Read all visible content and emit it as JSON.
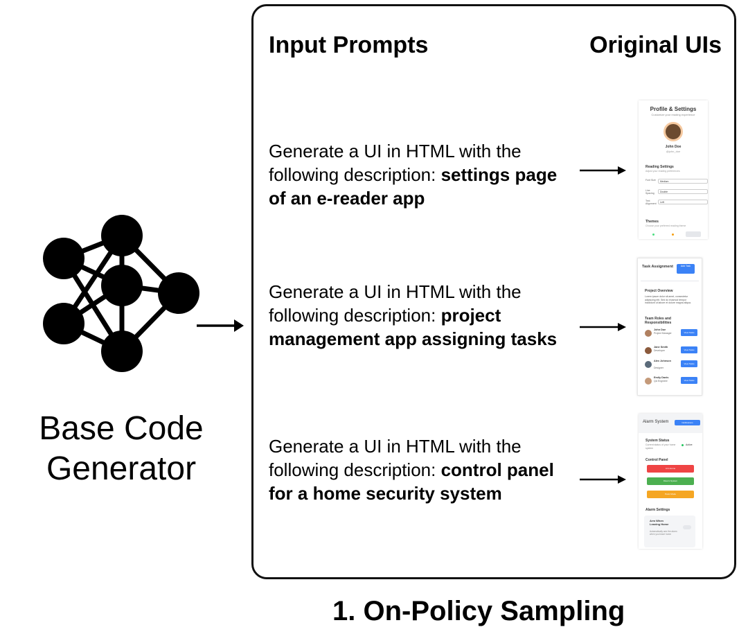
{
  "generator": {
    "label_line1": "Base Code",
    "label_line2": "Generator",
    "icon": "neural-network-graph-icon"
  },
  "panel": {
    "left_header": "Input Prompts",
    "right_header": "Original UIs",
    "rows": [
      {
        "prompt_prefix": "Generate a UI in HTML with the following description: ",
        "prompt_bold": "settings page of an e-reader app"
      },
      {
        "prompt_prefix": "Generate a UI in HTML with the following description: ",
        "prompt_bold": "project management app assigning tasks"
      },
      {
        "prompt_prefix": "Generate a UI in HTML with the following description: ",
        "prompt_bold": "control panel for a home security system"
      }
    ]
  },
  "thumbnails": {
    "settings": {
      "title": "Profile & Settings",
      "subtitle": "Customize your reading experience",
      "name": "John Doe",
      "handle": "@john_doe",
      "reading_settings": "Reading Settings",
      "reading_sub": "Adjust your reading preferences",
      "rows": [
        {
          "label": "Font Size",
          "value": "Medium"
        },
        {
          "label": "Line Spacing",
          "value": "Double"
        },
        {
          "label": "Text Alignment",
          "value": "Left"
        }
      ],
      "themes": "Themes",
      "themes_sub": "Choose your preferred reading theme"
    },
    "tasks": {
      "header": "Task Assignment",
      "button": "Add Task",
      "overview": "Project Overview",
      "overview_text": "Lorem ipsum dolor sit amet, consectetur adipiscing elit. Sed do eiusmod tempor incididunt ut labore et dolore magna aliqua.",
      "roles": "Team Roles and Responsibilities",
      "members": [
        {
          "name": "John Doe",
          "role": "Project Manager",
          "button": "View Tasks"
        },
        {
          "name": "Jane Smith",
          "role": "Developer",
          "button": "View Tasks"
        },
        {
          "name": "Alex Johnson",
          "role": "Designer",
          "button": "View Tasks"
        },
        {
          "name": "Emily Davis",
          "role": "QA Engineer",
          "button": "View Tasks"
        }
      ]
    },
    "alarm": {
      "header": "Alarm System",
      "button": "Notifications",
      "status_title": "System Status",
      "status_sub": "Current status of your home system",
      "status_value": "Active",
      "control_panel": "Control Panel",
      "actions": [
        {
          "label": "Arm Home",
          "color": "#ef4444"
        },
        {
          "label": "Disarm System",
          "color": "#4caf50"
        },
        {
          "label": "Panic Mode",
          "color": "#f5a623"
        }
      ],
      "alarm_settings": "Alarm Settings",
      "card_title": "Arm When Leaving Home",
      "card_text": "Automatically arm the alarm when you leave home"
    }
  },
  "footer": {
    "caption": "1. On-Policy Sampling"
  }
}
